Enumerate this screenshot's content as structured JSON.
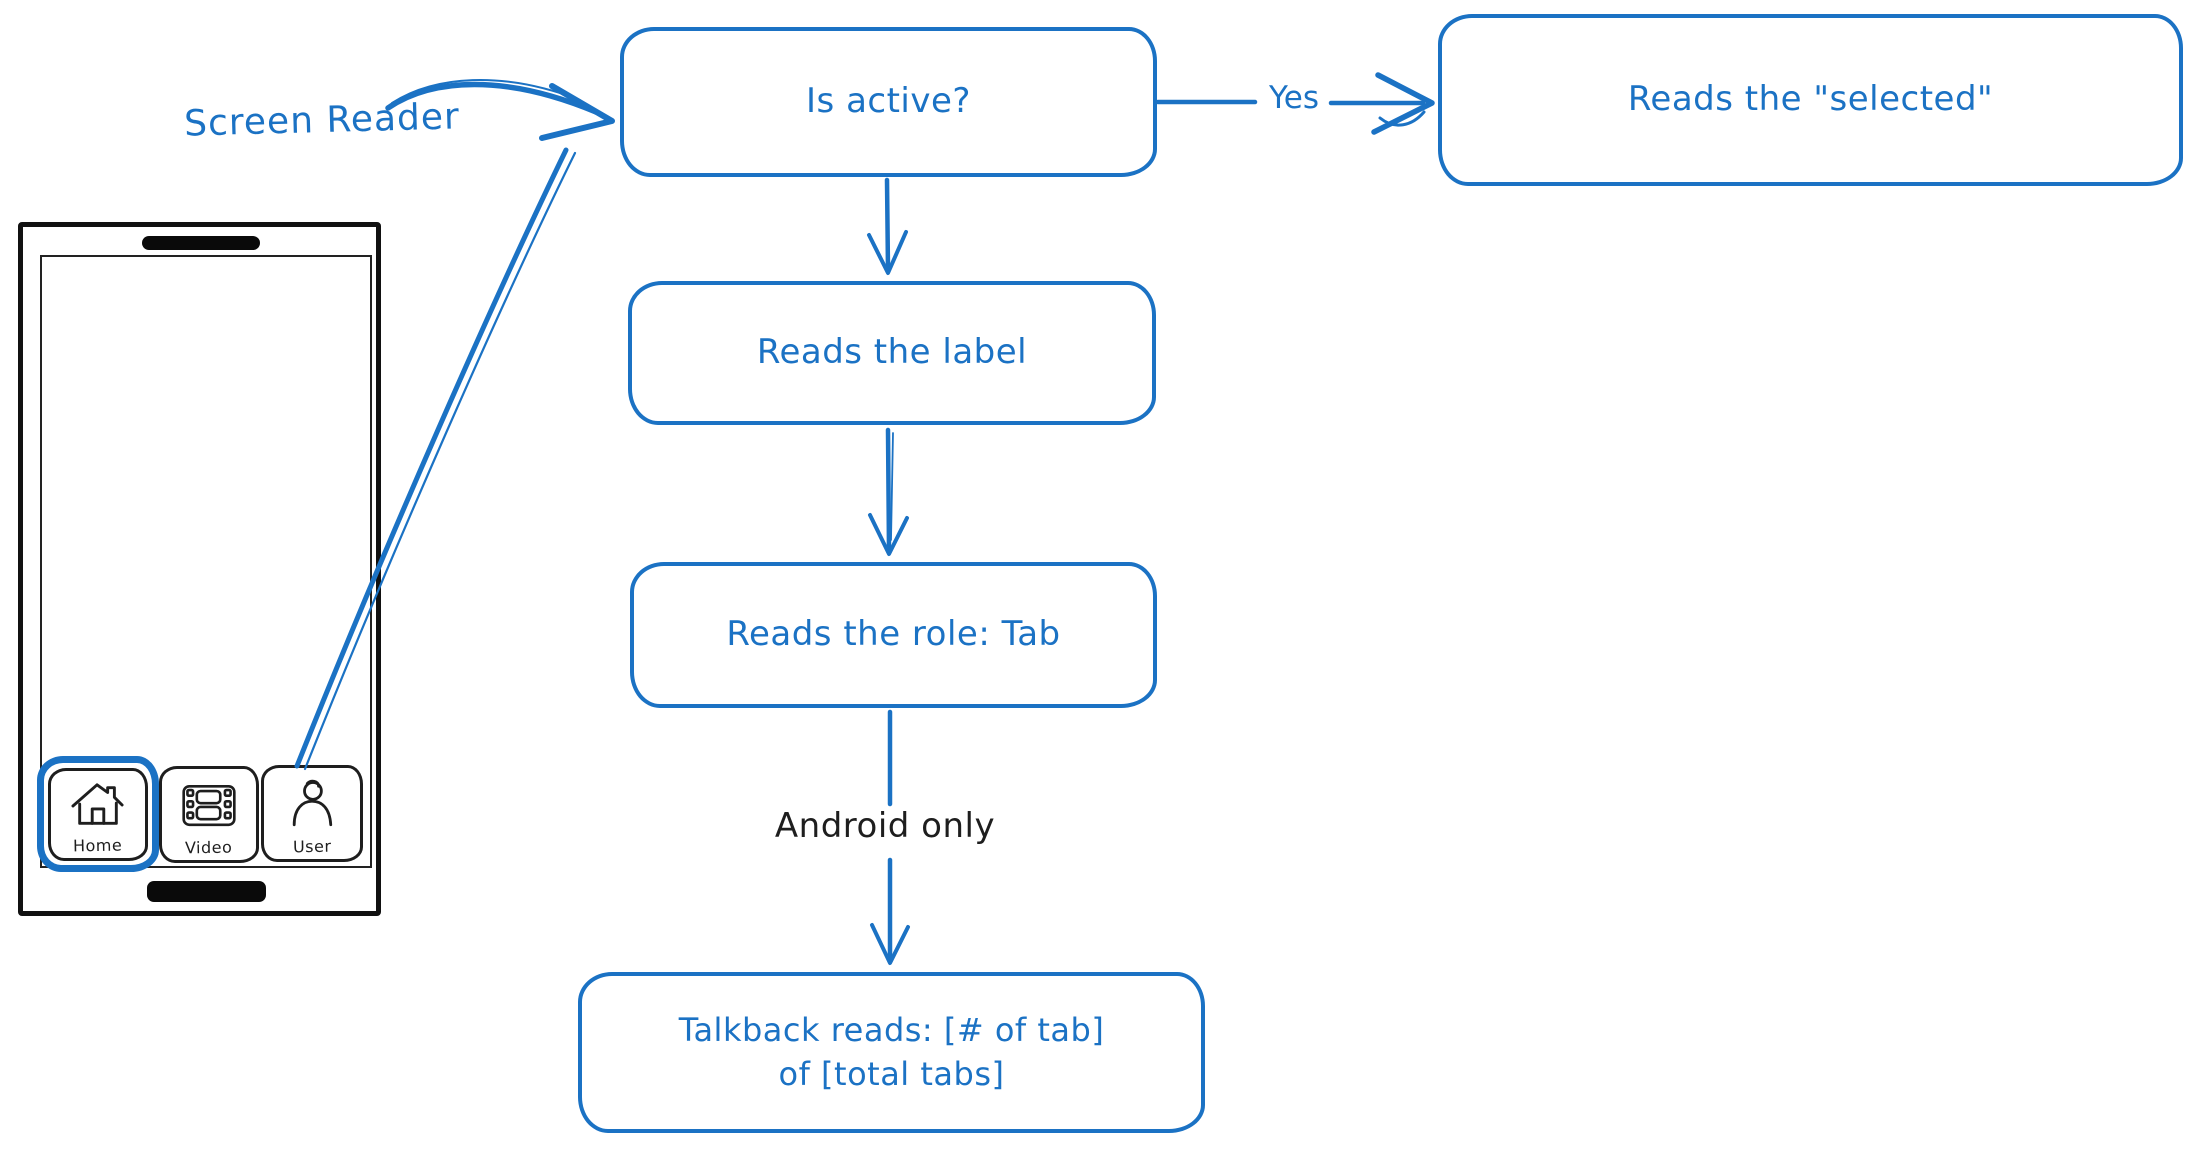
{
  "colors": {
    "accent_blue": "#1b72c4",
    "ink_black": "#1e1e1e",
    "background": "#ffffff"
  },
  "annotations": {
    "screen_reader": "Screen Reader",
    "yes": "Yes",
    "android_only": "Android only"
  },
  "nodes": {
    "is_active": {
      "label": "Is active?"
    },
    "reads_selected": {
      "label": "Reads the \"selected\""
    },
    "reads_label": {
      "label": "Reads the label"
    },
    "reads_role": {
      "label": "Reads the role: Tab"
    },
    "talkback": {
      "lines": [
        "Talkback reads: [# of tab]",
        "of [total tabs]"
      ]
    }
  },
  "phone": {
    "tabs": [
      {
        "label": "Home",
        "icon": "home-icon",
        "selected": true
      },
      {
        "label": "Video",
        "icon": "video-icon",
        "selected": false
      },
      {
        "label": "User",
        "icon": "user-icon",
        "selected": false
      }
    ]
  }
}
